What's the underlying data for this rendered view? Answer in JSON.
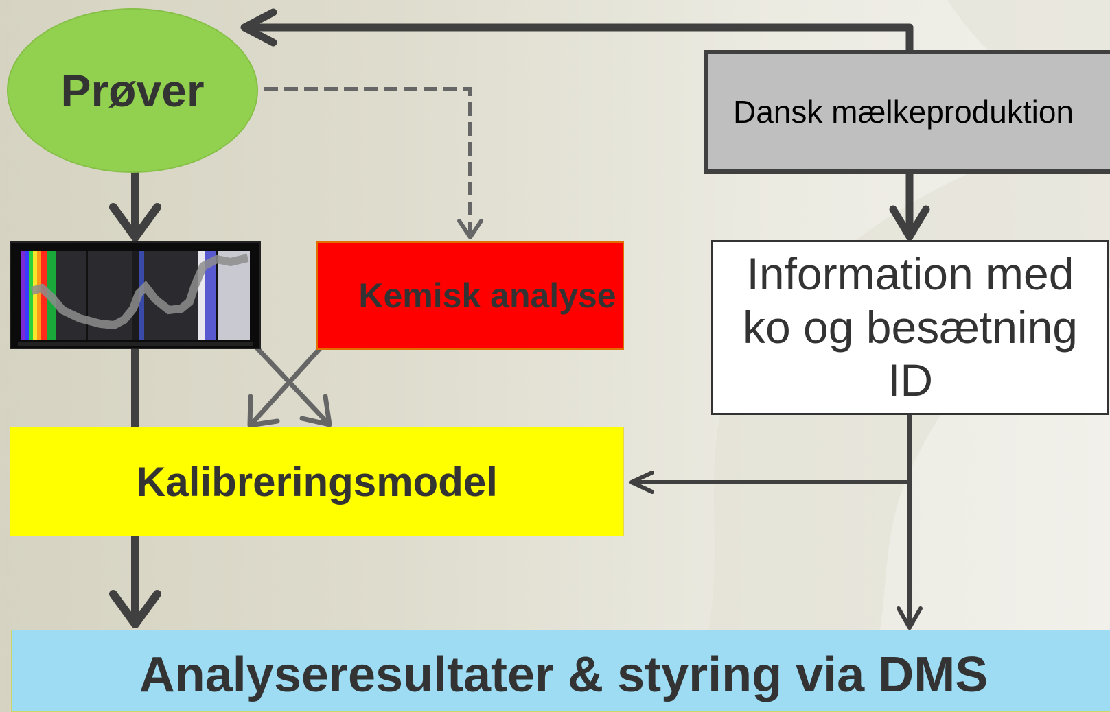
{
  "nodes": {
    "prover": "Prøver",
    "dansk_maelkeproduktion": "Dansk mælkeproduktion",
    "kemisk_analyse": "Kemisk analyse",
    "information": "Information med ko og besætning ID",
    "kalibreringsmodel": "Kalibreringsmodel",
    "analyseresultater": "Analyseresultater & styring via DMS"
  },
  "spectrum_image": {
    "icon": "spectrum-chart-thumbnail"
  },
  "colors": {
    "prover": "#92d050",
    "dansk_maelkeproduktion": "#bfbfbf",
    "kemisk_analyse": "#ff0000",
    "information": "#ffffff",
    "kalibreringsmodel": "#ffff00",
    "analyseresultater": "#9ddcf3",
    "arrow_dark": "#404040",
    "arrow_gray": "#666666"
  }
}
